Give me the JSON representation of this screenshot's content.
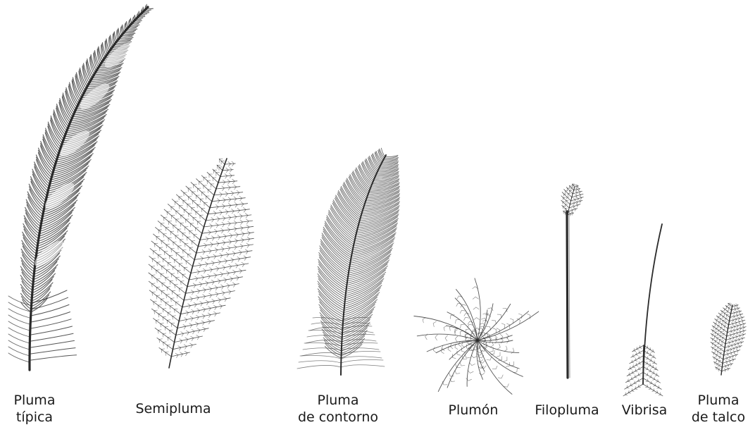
{
  "colors": {
    "ink": "#2a2a2a",
    "background": "#ffffff"
  },
  "feathers": [
    {
      "id": "pluma-tipica",
      "lines": [
        "Pluma",
        "típica"
      ]
    },
    {
      "id": "semipluma",
      "lines": [
        "Semipluma"
      ]
    },
    {
      "id": "pluma-contorno",
      "lines": [
        "Pluma",
        "de contorno"
      ]
    },
    {
      "id": "plumon",
      "lines": [
        "Plumón"
      ]
    },
    {
      "id": "filopluma",
      "lines": [
        "Filopluma"
      ]
    },
    {
      "id": "vibrisa",
      "lines": [
        "Vibrisa"
      ]
    },
    {
      "id": "pluma-talco",
      "lines": [
        "Pluma",
        "de talco"
      ]
    }
  ]
}
